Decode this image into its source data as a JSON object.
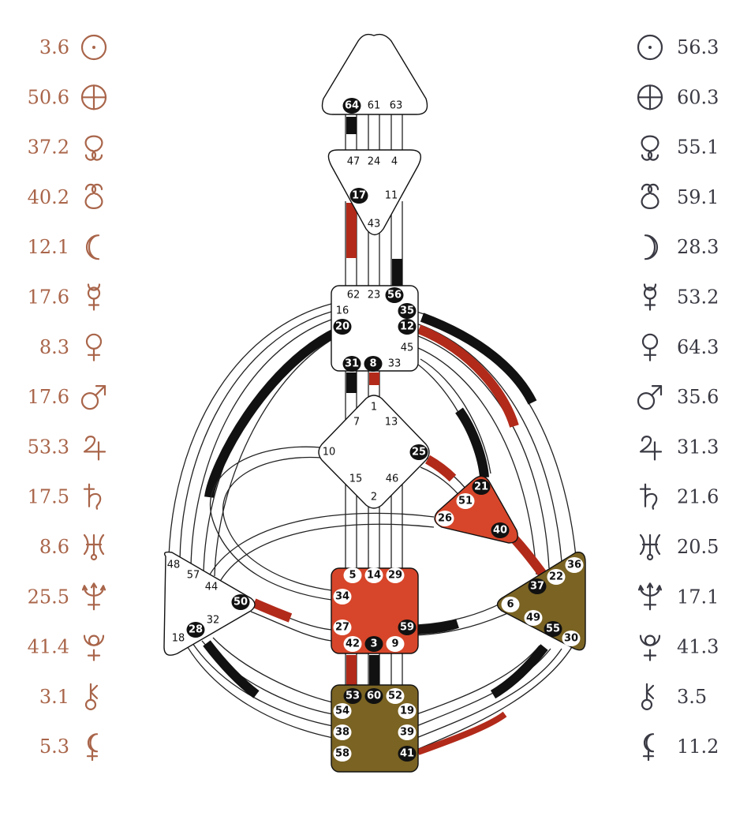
{
  "left_column": [
    {
      "value": "3.6",
      "icon": "sun-icon"
    },
    {
      "value": "50.6",
      "icon": "earth-icon"
    },
    {
      "value": "37.2",
      "icon": "north-node-icon"
    },
    {
      "value": "40.2",
      "icon": "south-node-icon"
    },
    {
      "value": "12.1",
      "icon": "moon-icon"
    },
    {
      "value": "17.6",
      "icon": "mercury-icon"
    },
    {
      "value": "8.3",
      "icon": "venus-icon"
    },
    {
      "value": "17.6",
      "icon": "mars-icon"
    },
    {
      "value": "53.3",
      "icon": "jupiter-icon"
    },
    {
      "value": "17.5",
      "icon": "saturn-icon"
    },
    {
      "value": "8.6",
      "icon": "uranus-icon"
    },
    {
      "value": "25.5",
      "icon": "neptune-icon"
    },
    {
      "value": "41.4",
      "icon": "pluto-icon"
    },
    {
      "value": "3.1",
      "icon": "chiron-icon"
    },
    {
      "value": "5.3",
      "icon": "lilith-icon"
    }
  ],
  "right_column": [
    {
      "value": "56.3",
      "icon": "sun-icon"
    },
    {
      "value": "60.3",
      "icon": "earth-icon"
    },
    {
      "value": "55.1",
      "icon": "north-node-icon"
    },
    {
      "value": "59.1",
      "icon": "south-node-icon"
    },
    {
      "value": "28.3",
      "icon": "moon-icon"
    },
    {
      "value": "53.2",
      "icon": "mercury-icon"
    },
    {
      "value": "64.3",
      "icon": "venus-icon"
    },
    {
      "value": "35.6",
      "icon": "mars-icon"
    },
    {
      "value": "31.3",
      "icon": "jupiter-icon"
    },
    {
      "value": "21.6",
      "icon": "saturn-icon"
    },
    {
      "value": "20.5",
      "icon": "uranus-icon"
    },
    {
      "value": "17.1",
      "icon": "neptune-icon"
    },
    {
      "value": "41.3",
      "icon": "pluto-icon"
    },
    {
      "value": "3.5",
      "icon": "chiron-icon"
    },
    {
      "value": "11.2",
      "icon": "lilith-icon"
    }
  ],
  "colors": {
    "left_text": "#a9654a",
    "right_text": "#3a3a44",
    "red": "#d7462a",
    "olive": "#7a6323",
    "channel_red": "#b22a1a",
    "black": "#111111"
  },
  "centers": [
    {
      "id": "head",
      "fill": "white",
      "gates": [
        "64",
        "61",
        "63"
      ]
    },
    {
      "id": "ajna",
      "fill": "white",
      "gates": [
        "47",
        "24",
        "4",
        "17",
        "11",
        "43"
      ]
    },
    {
      "id": "throat",
      "fill": "white",
      "gates": [
        "62",
        "23",
        "56",
        "16",
        "35",
        "20",
        "12",
        "45",
        "31",
        "8",
        "33"
      ]
    },
    {
      "id": "g",
      "fill": "white",
      "gates": [
        "1",
        "7",
        "13",
        "10",
        "25",
        "15",
        "46",
        "2"
      ]
    },
    {
      "id": "heart",
      "fill": "red",
      "gates": [
        "21",
        "51",
        "26",
        "40"
      ]
    },
    {
      "id": "spleen",
      "fill": "white",
      "gates": [
        "48",
        "57",
        "44",
        "50",
        "32",
        "28",
        "18"
      ]
    },
    {
      "id": "solar-plexus",
      "fill": "olive",
      "gates": [
        "36",
        "22",
        "37",
        "6",
        "49",
        "55",
        "30"
      ]
    },
    {
      "id": "sacral",
      "fill": "red",
      "gates": [
        "5",
        "14",
        "29",
        "34",
        "27",
        "59",
        "42",
        "3",
        "9"
      ]
    },
    {
      "id": "root",
      "fill": "olive",
      "gates": [
        "53",
        "60",
        "52",
        "54",
        "19",
        "38",
        "39",
        "58",
        "41"
      ]
    }
  ]
}
